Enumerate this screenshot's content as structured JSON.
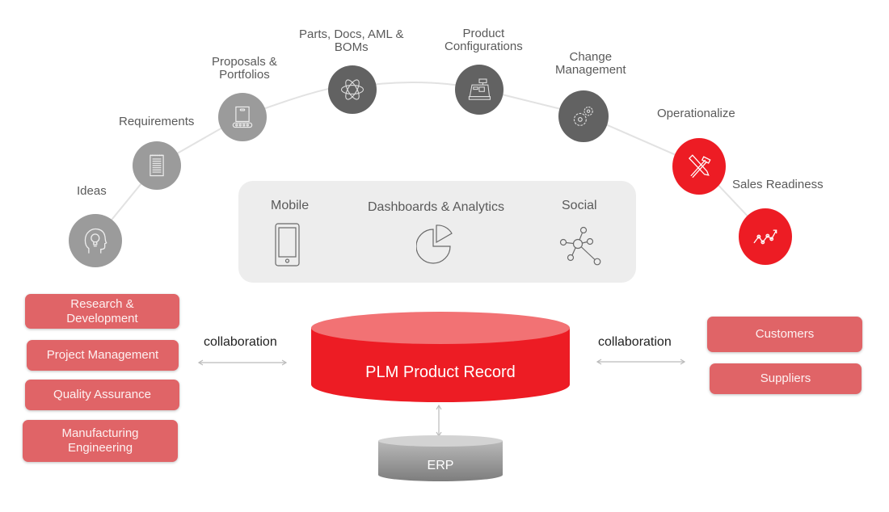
{
  "title": "PLM Product Record lifecycle diagram",
  "stages": [
    {
      "label": "Ideas",
      "icon": "head-lightbulb-icon",
      "style": "gray-light"
    },
    {
      "label": "Requirements",
      "icon": "notepad-icon",
      "style": "gray-light"
    },
    {
      "label_lines": [
        "Proposals &",
        "Portfolios"
      ],
      "label": "Proposals & Portfolios",
      "icon": "conveyor-box-icon",
      "style": "gray-light"
    },
    {
      "label_lines": [
        "Parts, Docs, AML &",
        "BOMs"
      ],
      "label": "Parts, Docs, AML & BOMs",
      "icon": "atom-icon",
      "style": "gray-dark"
    },
    {
      "label_lines": [
        "Product",
        "Configurations"
      ],
      "label": "Product Configurations",
      "icon": "cash-register-icon",
      "style": "gray-dark"
    },
    {
      "label_lines": [
        "Change",
        "Management"
      ],
      "label": "Change Management",
      "icon": "gears-icon",
      "style": "gray-dark"
    },
    {
      "label": "Operationalize",
      "icon": "hammer-wrench-icon",
      "style": "red"
    },
    {
      "label": "Sales Readiness",
      "icon": "trend-chart-icon",
      "style": "red"
    }
  ],
  "panel": {
    "items": [
      {
        "label": "Mobile",
        "icon": "mobile-phone-icon"
      },
      {
        "label": "Dashboards & Analytics",
        "icon": "pie-chart-icon"
      },
      {
        "label": "Social",
        "icon": "network-icon"
      }
    ]
  },
  "left_groups": [
    {
      "lines": [
        "Research &",
        "Development"
      ]
    },
    {
      "lines": [
        "Project Management"
      ]
    },
    {
      "lines": [
        "Quality Assurance"
      ]
    },
    {
      "lines": [
        "Manufacturing",
        "Engineering"
      ]
    }
  ],
  "right_groups": [
    {
      "lines": [
        "Customers"
      ]
    },
    {
      "lines": [
        "Suppliers"
      ]
    }
  ],
  "collaboration_left": "collaboration",
  "collaboration_right": "collaboration",
  "core": {
    "label": "PLM Product Record"
  },
  "erp": {
    "label": "ERP"
  },
  "colors": {
    "red": "#ed1c24",
    "red_top": "#f27274",
    "box_red": "#e06467",
    "gray_light": "#9b9b9b",
    "gray_dark": "#626262",
    "panel_bg": "#ededed"
  }
}
